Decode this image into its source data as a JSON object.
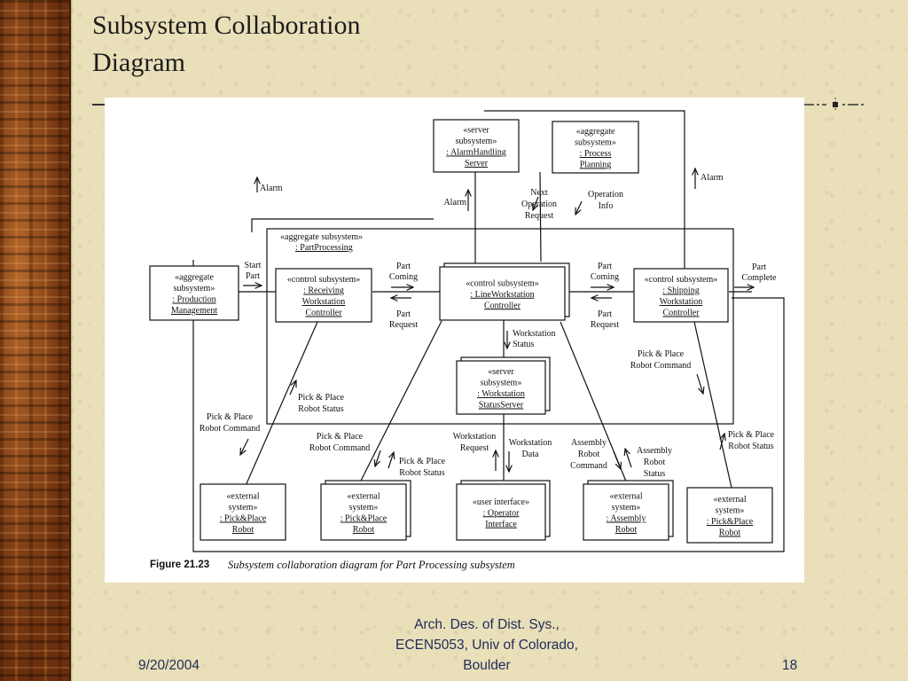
{
  "slide": {
    "title_line1": "Subsystem Collaboration",
    "title_line2": "Diagram"
  },
  "figure": {
    "caption_label": "Figure 21.23",
    "caption_text": "Subsystem collaboration diagram for Part Processing subsystem",
    "aggregate_package": {
      "stereotype": "«aggregate subsystem»",
      "name": ": PartProcessing"
    },
    "boxes": {
      "alarm_server": {
        "lines": [
          "«server",
          "subsystem»"
        ],
        "name": [
          ": AlarmHandling",
          "Server"
        ]
      },
      "process_planning": {
        "lines": [
          "«aggregate",
          "subsystem»"
        ],
        "name": [
          ": Process",
          "Planning"
        ]
      },
      "production_mgmt": {
        "lines": [
          "«aggregate",
          "subsystem»"
        ],
        "name": [
          ": Production",
          "Management"
        ]
      },
      "receiving": {
        "lines": [
          "«control subsystem»"
        ],
        "name": [
          ": Receiving",
          "Workstation",
          "Controller"
        ]
      },
      "line_ws": {
        "lines": [
          "«control subsystem»"
        ],
        "name": [
          ": LineWorkstation",
          "Controller"
        ]
      },
      "shipping": {
        "lines": [
          "«control subsystem»"
        ],
        "name": [
          ": Shipping",
          "Workstation",
          "Controller"
        ]
      },
      "status_server": {
        "lines": [
          "«server",
          "subsystem»"
        ],
        "name": [
          ": Workstation",
          "StatusServer"
        ]
      },
      "robot1": {
        "lines": [
          "«external",
          "system»"
        ],
        "name": [
          ": Pick&Place",
          "Robot"
        ]
      },
      "robot2": {
        "lines": [
          "«external",
          "system»"
        ],
        "name": [
          ": Pick&Place",
          "Robot"
        ]
      },
      "operator_ui": {
        "lines": [
          "«user interface»"
        ],
        "name": [
          ": Operator",
          "Interface"
        ]
      },
      "assembly_robot": {
        "lines": [
          "«external",
          "system»"
        ],
        "name": [
          ": Assembly",
          "Robot"
        ]
      },
      "robot4": {
        "lines": [
          "«external",
          "system»"
        ],
        "name": [
          ": Pick&Place",
          "Robot"
        ]
      }
    },
    "messages": {
      "alarm_left": "Alarm",
      "alarm_mid": "Alarm",
      "alarm_right": "Alarm",
      "next_op": [
        "Next",
        "Operation",
        "Request"
      ],
      "op_info": [
        "Operation",
        "Info"
      ],
      "start_part": [
        "Start",
        "Part"
      ],
      "part_coming_1": [
        "Part",
        "Coming"
      ],
      "part_request_1": [
        "Part",
        "Request"
      ],
      "part_coming_2": [
        "Part",
        "Coming"
      ],
      "part_request_2": [
        "Part",
        "Request"
      ],
      "part_complete": [
        "Part",
        "Complete"
      ],
      "ws_status": [
        "Workstation",
        "Status"
      ],
      "pp_cmd_shipping": [
        "Pick & Place",
        "Robot Command"
      ],
      "pp_status_recv": [
        "Pick & Place",
        "Robot Status"
      ],
      "pp_cmd_recv": [
        "Pick & Place",
        "Robot Command"
      ],
      "pp_cmd_line": [
        "Pick & Place",
        "Robot Command"
      ],
      "pp_status_line": [
        "Pick & Place",
        "Robot Status"
      ],
      "ws_request": [
        "Workstation",
        "Request"
      ],
      "ws_data": [
        "Workstation",
        "Data"
      ],
      "asm_cmd": [
        "Assembly",
        "Robot",
        "Command"
      ],
      "asm_status": [
        "Assembly",
        "Robot",
        "Status"
      ],
      "pp_status_ship": [
        "Pick & Place",
        "Robot Status"
      ]
    }
  },
  "footer": {
    "date": "9/20/2004",
    "course_line1": "Arch. Des. of Dist. Sys.,",
    "course_line2": "ECEN5053, Univ of Colorado,",
    "course_line3": "Boulder",
    "page": "18"
  }
}
